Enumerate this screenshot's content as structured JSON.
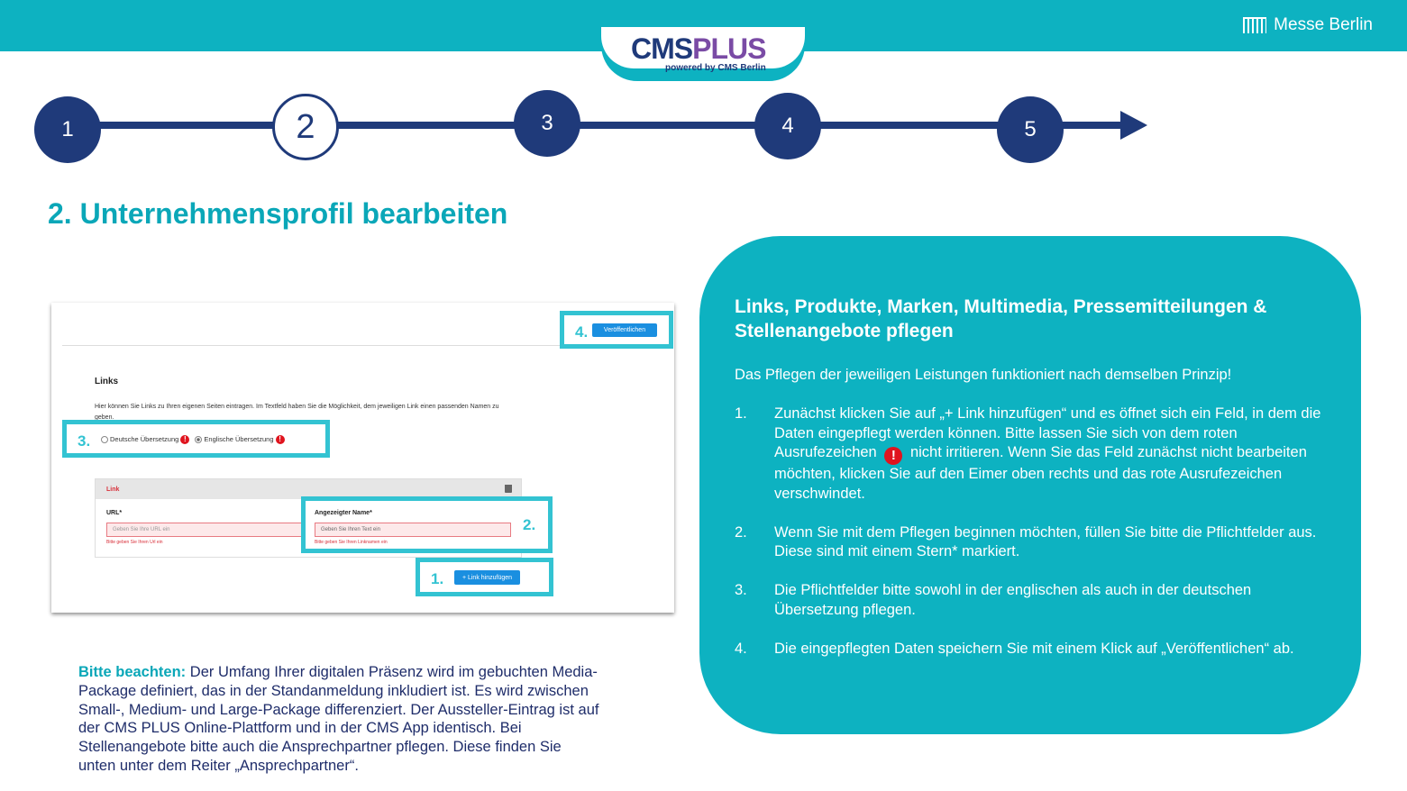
{
  "header": {
    "brand": "Messe Berlin",
    "logo_cms": "CMS",
    "logo_plus": "PLUS",
    "logo_sub": "powered by CMS Berlin"
  },
  "steps": [
    "1",
    "2",
    "3",
    "4",
    "5"
  ],
  "active_step": 2,
  "page_title": "2. Unternehmensprofil bearbeiten",
  "screenshot": {
    "publish_button": "Veröffentlichen",
    "links_title": "Links",
    "links_description": "Hier können Sie Links zu Ihren eigenen Seiten eintragen. Im Textfeld haben Sie die Möglichkeit, dem jeweiligen Link einen passenden Namen zu geben.",
    "radio_german": "Deutsche Übersetzung",
    "radio_english": "Englische Übersetzung",
    "card_label": "Link",
    "url_label": "URL*",
    "url_placeholder": "Geben Sie Ihre URL ein",
    "url_error": "Bitte geben Sie Ihren Url ein",
    "name_label": "Angezeigter Name*",
    "name_value": "Geben Sie Ihren Text ein",
    "name_error": "Bitte geben Sie Ihren Linknamen ein",
    "add_link_button": "+ Link hinzufügen",
    "markers": [
      "1.",
      "2.",
      "3.",
      "4."
    ],
    "excl": "!"
  },
  "note": {
    "lead": "Bitte beachten:",
    "text": " Der Umfang Ihrer digitalen Präsenz wird im gebuchten Media-Package definiert, das in der Standanmeldung inkludiert ist. Es wird zwischen Small-, Medium- und Large-Package differenziert. Der Aussteller-Eintrag ist auf der CMS PLUS Online-Plattform und in der CMS App identisch. Bei Stellenangebote bitte auch die Ansprechpartner pflegen. Diese finden Sie unten unter dem Reiter „Ansprechpartner“."
  },
  "panel": {
    "title": "Links, Produkte, Marken, Multimedia, Pressemitteilungen & Stellenangebote pflegen",
    "intro": "Das Pflegen der jeweiligen Leistungen funktioniert nach demselben Prinzip!",
    "items": [
      {
        "num": "1.",
        "text_a": "Zunächst klicken Sie auf „+ Link hinzufügen“ und es öffnet sich ein Feld, in dem die Daten eingepflegt werden können. Bitte lassen Sie sich von dem roten Ausrufezeichen",
        "text_b": " nicht irritieren. Wenn Sie das Feld zunächst nicht bearbeiten möchten, klicken Sie auf den Eimer oben rechts und das rote Ausrufezeichen verschwindet."
      },
      {
        "num": "2.",
        "text": "Wenn Sie mit dem Pflegen beginnen möchten, füllen Sie bitte die Pflichtfelder aus. Diese sind mit einem Stern* markiert."
      },
      {
        "num": "3.",
        "text": "Die Pflichtfelder bitte sowohl in der englischen als auch in der deutschen Übersetzung pflegen."
      },
      {
        "num": "4.",
        "text": "Die eingepflegten Daten speichern Sie mit einem Klick auf „Veröffentlichen“ ab."
      }
    ]
  },
  "colors": {
    "teal": "#0db2c1",
    "navy": "#1f3a7a",
    "highlight": "#33c3d2",
    "error": "#e0141e"
  }
}
